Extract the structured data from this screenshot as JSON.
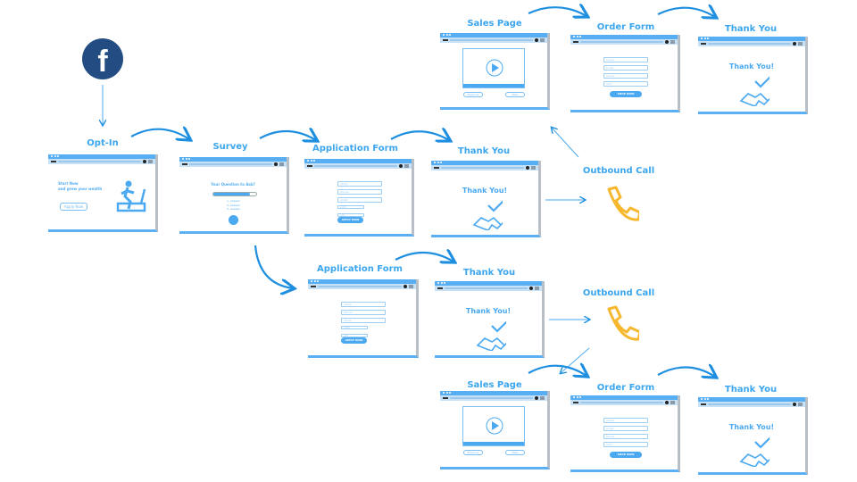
{
  "colors": {
    "accent": "#3ba6ee",
    "facebook": "#234d82",
    "phone": "#f5b82e"
  },
  "source": {
    "icon": "facebook-icon",
    "glyph": "f"
  },
  "nodes": [
    {
      "title": "Opt-In",
      "type": "optin",
      "headline1": "Start Now",
      "headline2": "and grow your wealth",
      "button": "Apply Now"
    },
    {
      "title": "Survey",
      "type": "survey",
      "question": "Your Question to Ask?",
      "answers": [
        "1. Answer",
        "2. Answer",
        "3. Answer"
      ]
    },
    {
      "title": "Application Form",
      "type": "appform",
      "fields": [
        "name",
        "phone",
        "email",
        "prim",
        "xxx"
      ],
      "button": "APPLY NOW"
    },
    {
      "title": "Thank You",
      "type": "thankyou",
      "message": "Thank You!"
    },
    {
      "title": "Outbound Call",
      "type": "call",
      "icon": "phone-icon"
    },
    {
      "title": "Sales Page",
      "type": "sales",
      "buttons": [
        "Previous",
        "Next"
      ]
    },
    {
      "title": "Order Form",
      "type": "order",
      "fields": [
        "name",
        "email",
        "phone",
        "card"
      ],
      "button": "SHOP NOW"
    },
    {
      "title": "Thank You",
      "type": "thankyou",
      "message": "Thank You!"
    },
    {
      "title": "Application Form",
      "type": "appform",
      "fields": [
        "name",
        "phone",
        "email",
        "prim",
        "xxx"
      ],
      "button": "APPLY NOW"
    },
    {
      "title": "Thank You",
      "type": "thankyou",
      "message": "Thank You!"
    },
    {
      "title": "Outbound Call",
      "type": "call",
      "icon": "phone-icon"
    },
    {
      "title": "Sales Page",
      "type": "sales",
      "buttons": [
        "Previous",
        "Next"
      ]
    },
    {
      "title": "Order Form",
      "type": "order",
      "fields": [
        "name",
        "email",
        "phone",
        "card"
      ],
      "button": "SHOP NOW"
    },
    {
      "title": "Thank You",
      "type": "thankyou",
      "message": "Thank You!"
    }
  ]
}
